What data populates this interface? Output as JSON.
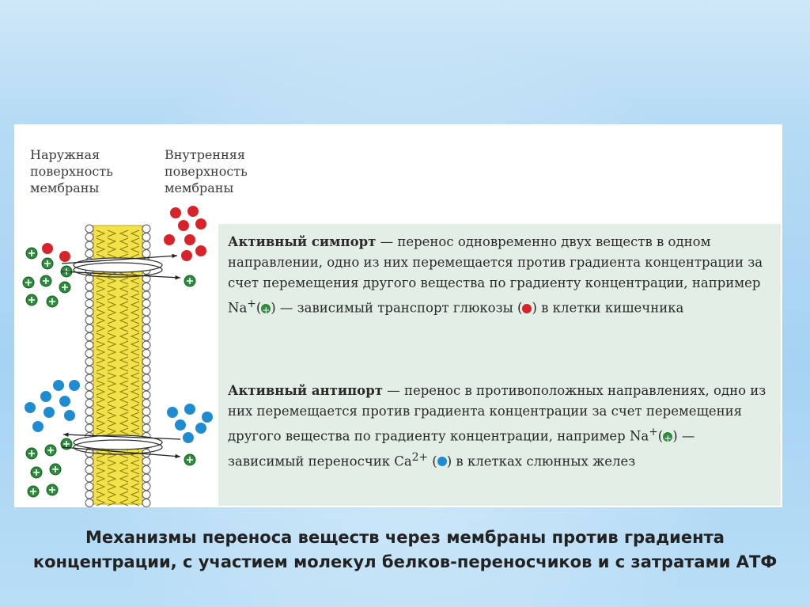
{
  "diagram": {
    "outer_label": [
      "Наружная",
      "поверхность",
      "мембраны"
    ],
    "inner_label": [
      "Внутренняя",
      "поверхность",
      "мембраны"
    ]
  },
  "symport": {
    "term": "Активный симпорт",
    "text1": " — перенос одновременно двух веществ в одном направлении, одно из них перемещается против градиента концентрации за счет перемещения другого вещества по градиенту концентрации, например Na",
    "sup": "+",
    "text2": " — зависимый транспорт глюкозы (",
    "text3": ") в клетки кишечника"
  },
  "antiport": {
    "term": "Активный антипорт",
    "text1": " — перенос в противоположных направлениях, одно из них перемещается против градиента концентрации за счет перемещения другого вещества по градиенту концентрации, например Na",
    "sup": "+",
    "text2": " — зависимый переносчик Ca",
    "sup2": "2+",
    "text3": " (",
    "text4": ") в клетках слюнных желез"
  },
  "caption": "Механизмы переноса веществ через мембраны против градиента концентрации, с участием молекул белков-переносчиков и с затратами АТФ",
  "colors": {
    "sodium": "#2e8b3e",
    "glucose": "#d8232a",
    "calcium": "#1f8bd0",
    "lipid_tail": "#f2e24a",
    "panel": "#e3efe6"
  }
}
